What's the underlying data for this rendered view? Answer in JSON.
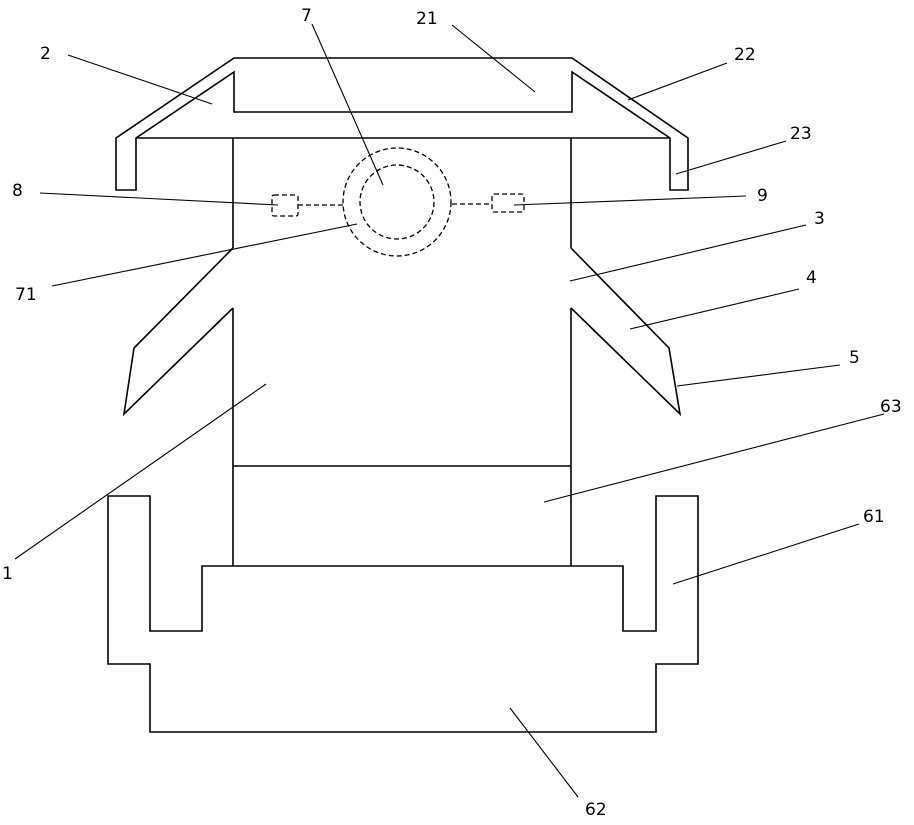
{
  "labels": {
    "l1": "1",
    "l2": "2",
    "l21": "21",
    "l22": "22",
    "l23": "23",
    "l3": "3",
    "l4": "4",
    "l5": "5",
    "l61": "61",
    "l62": "62",
    "l63": "63",
    "l7": "7",
    "l71": "71",
    "l8": "8",
    "l9": "9"
  }
}
